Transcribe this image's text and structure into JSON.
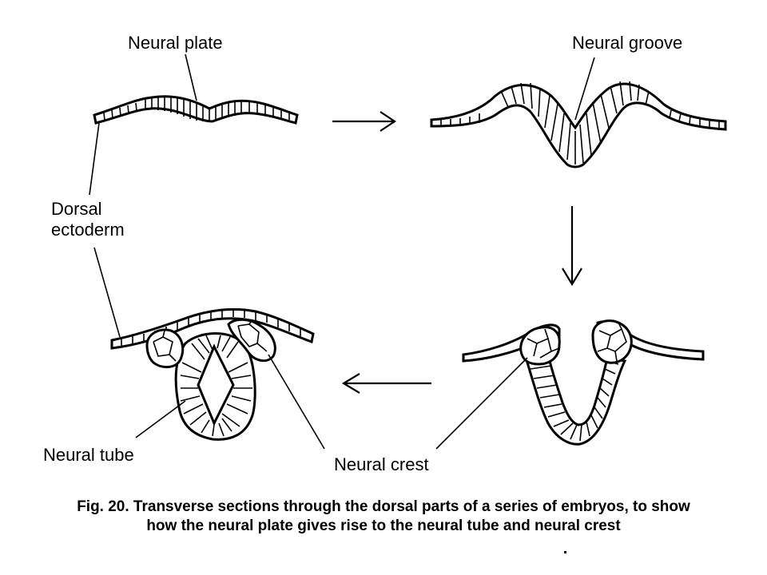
{
  "labels": {
    "neural_plate": "Neural plate",
    "neural_groove": "Neural groove",
    "dorsal_ectoderm_line1": "Dorsal",
    "dorsal_ectoderm_line2": "ectoderm",
    "neural_tube": "Neural tube",
    "neural_crest": "Neural crest"
  },
  "caption": {
    "line1": "Fig. 20. Transverse sections through the dorsal parts of a series of embryos, to show",
    "line2": "how the neural plate gives rise to the neural tube and neural crest"
  }
}
